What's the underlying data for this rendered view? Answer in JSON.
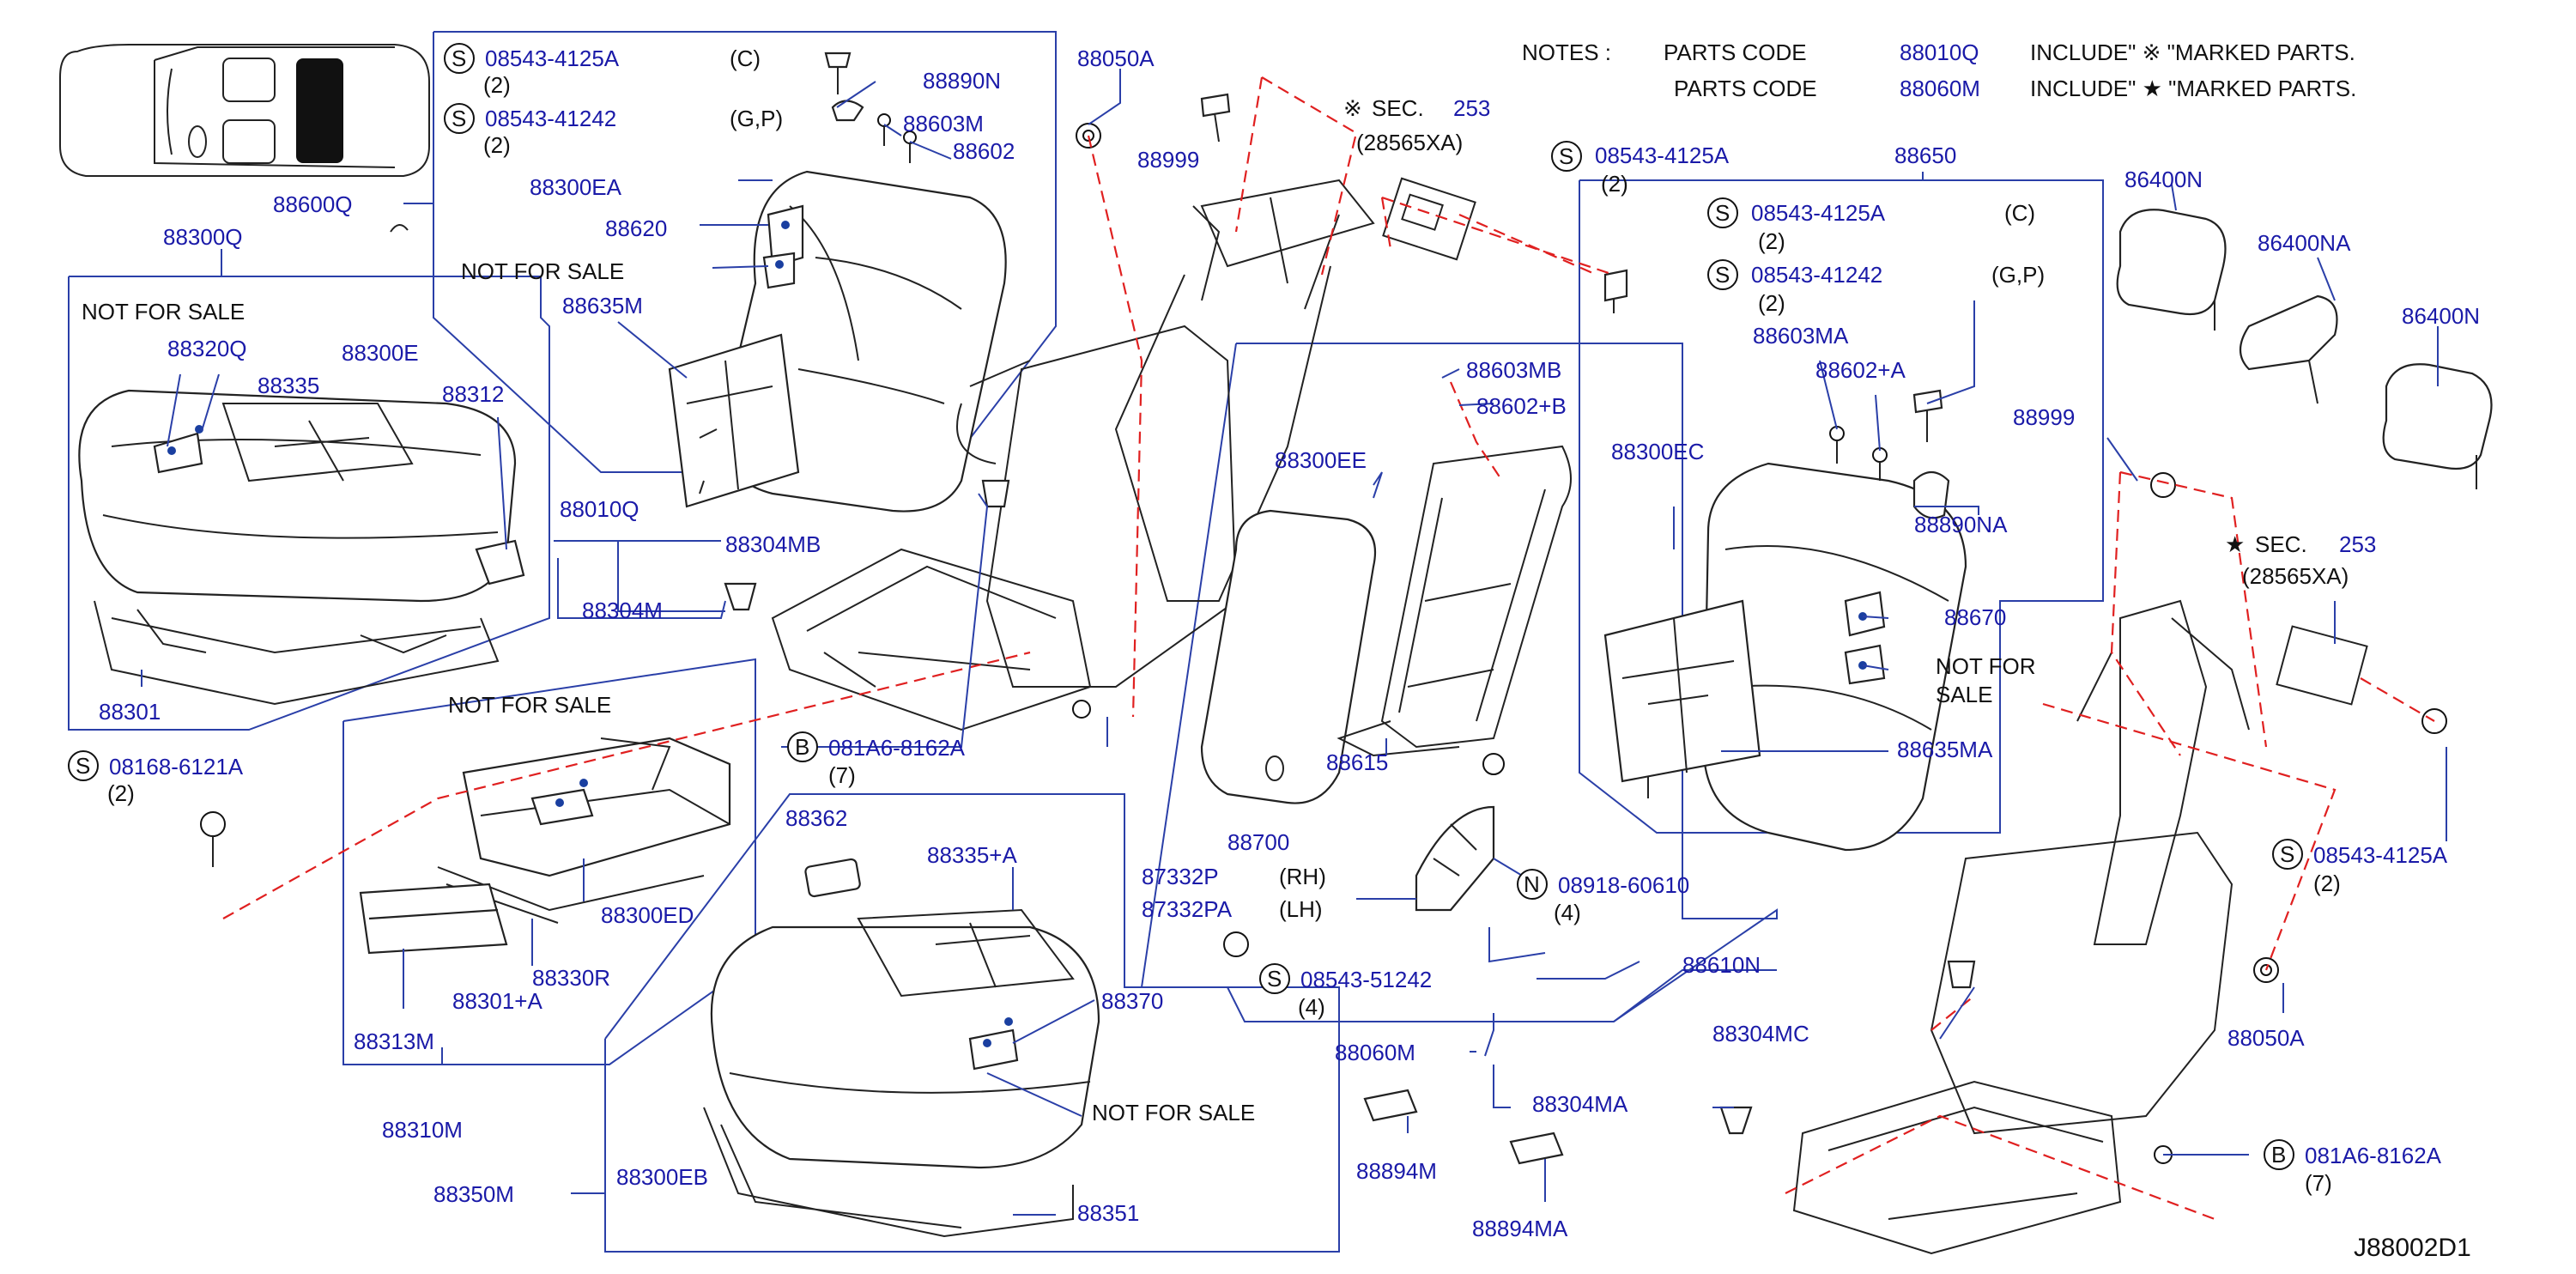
{
  "notes": {
    "heading": "NOTES :",
    "line1_prefix": "PARTS   CODE",
    "line1_code": "88010Q",
    "line1_suffix": "INCLUDE\"  ※ \"MARKED   PARTS.",
    "line2_prefix": "PARTS   CODE",
    "line2_code": "88060M",
    "line2_suffix": "INCLUDE\"  ★ \"MARKED   PARTS."
  },
  "sec_ref_left": {
    "mark": "※",
    "label": "SEC.",
    "num": "253",
    "sub": "(28565XA)"
  },
  "sec_ref_right": {
    "mark": "★",
    "label": "SEC.",
    "num": "253",
    "sub": "(28565XA)"
  },
  "diagram_code": "J88002D1",
  "symbols": {
    "S": "S",
    "B": "B",
    "N": "N"
  },
  "text": {
    "not_for_sale": "NOT   FOR   SALE",
    "not_for_sale_short": "NOT   FOR",
    "sale": "SALE",
    "qty2": "(2)",
    "qty4": "(4)",
    "qty7": "(7)",
    "c": "(C)",
    "gp": "(G,P)",
    "rh": "(RH)",
    "lh": "(LH)"
  },
  "parts": {
    "p88600Q": "88600Q",
    "p08543_4125A": "08543-4125A",
    "p08543_41242": "08543-41242",
    "p88300EA": "88300EA",
    "p88620": "88620",
    "p88635M": "88635M",
    "p88890N": "88890N",
    "p88603M": "88603M",
    "p88602": "88602",
    "p88050A": "88050A",
    "p88999": "88999",
    "p88300Q": "88300Q",
    "p88320Q": "88320Q",
    "p88300E": "88300E",
    "p88335": "88335",
    "p88312": "88312",
    "p88010Q": "88010Q",
    "p88304MB": "88304MB",
    "p88304M": "88304M",
    "p88301": "88301",
    "p08168_6121A": "08168-6121A",
    "p081A6_8162A": "081A6-8162A",
    "p88300ED": "88300ED",
    "p88330R": "88330R",
    "p88301A": "88301+A",
    "p88313M": "88313M",
    "p88310M": "88310M",
    "p88362": "88362",
    "p88335A": "88335+A",
    "p88370": "88370",
    "p88300EB": "88300EB",
    "p88351": "88351",
    "p88350M": "88350M",
    "p88603MB": "88603MB",
    "p88602B": "88602+B",
    "p88300EE": "88300EE",
    "p88700": "88700",
    "p88615": "88615",
    "p87332P": "87332P",
    "p87332PA": "87332PA",
    "p08918_60610": "08918-60610",
    "p08543_51242": "08543-51242",
    "p88610N": "88610N",
    "p88060M": "88060M",
    "p88304MC": "88304MC",
    "p88304MA": "88304MA",
    "p88894M": "88894M",
    "p88894MA": "88894MA",
    "p88650": "88650",
    "p88603MA": "88603MA",
    "p88602A": "88602+A",
    "p88300EC": "88300EC",
    "p88890NA": "88890NA",
    "p88670": "88670",
    "p88635MA": "88635MA",
    "p86400N": "86400N",
    "p86400NA": "86400NA",
    "p88050A_r": "88050A"
  }
}
